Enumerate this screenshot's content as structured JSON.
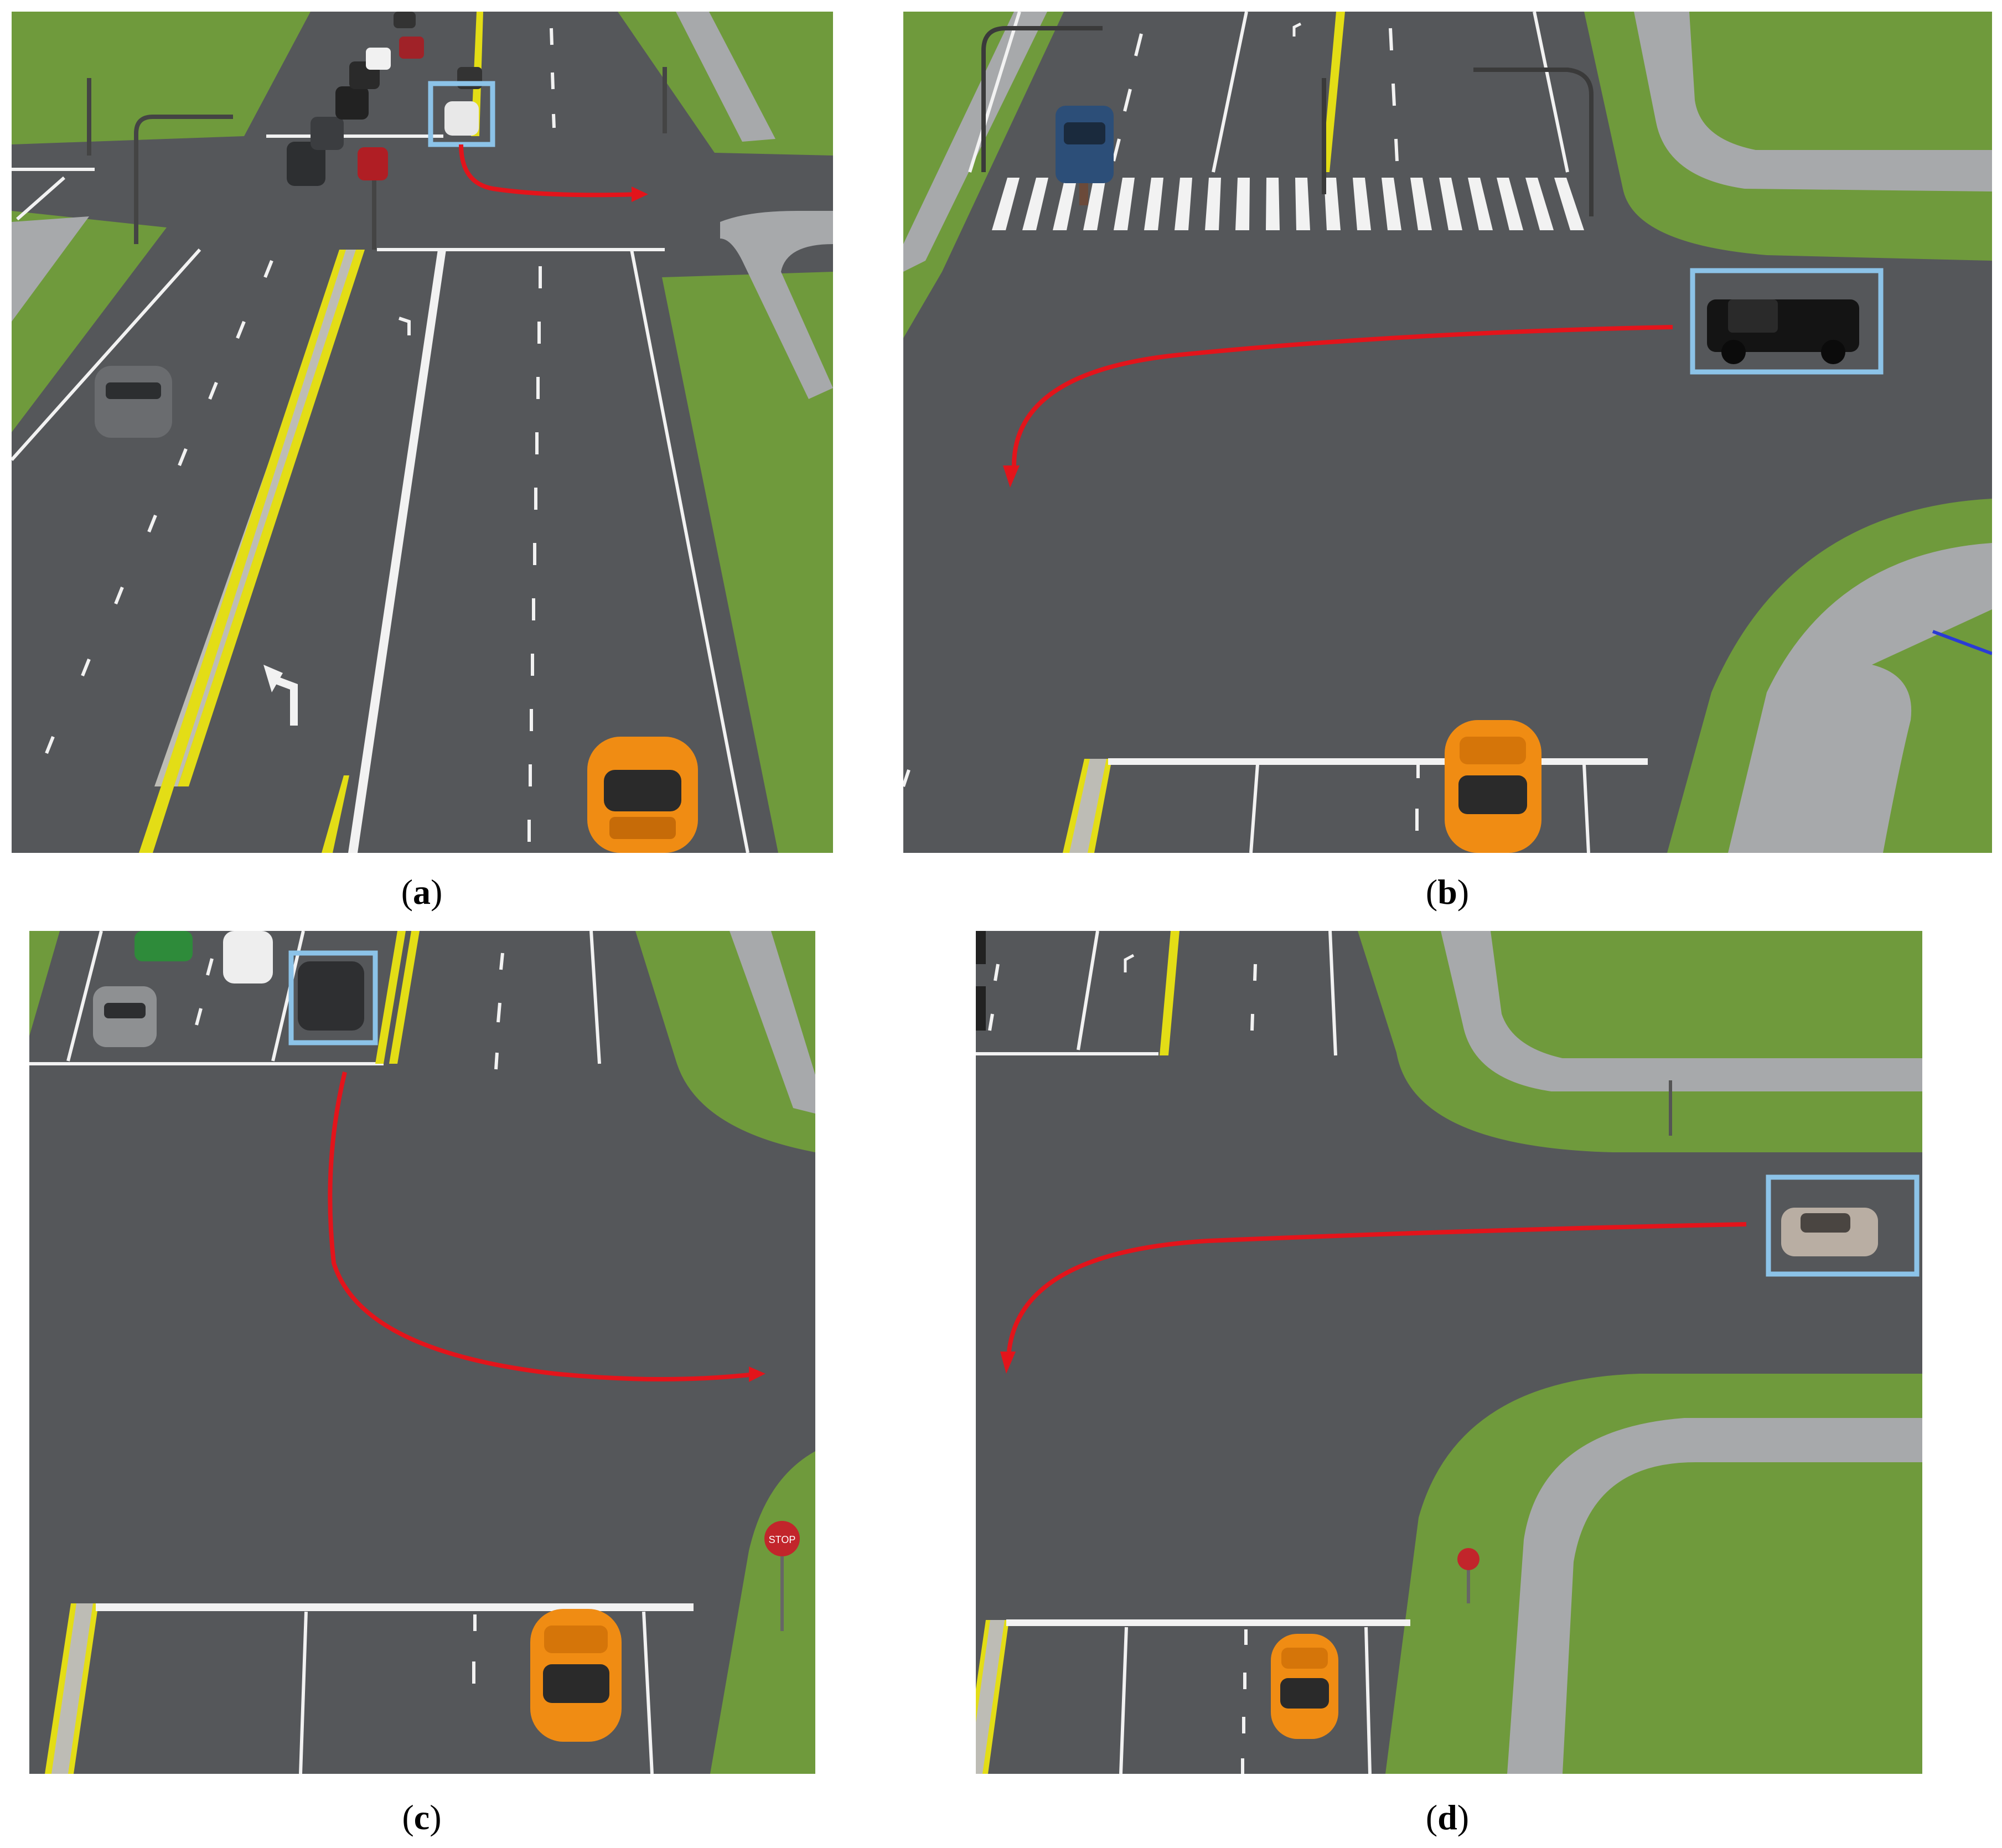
{
  "panels": [
    {
      "id": "a",
      "caption_open": "(",
      "caption_letter": "a",
      "caption_close": ")"
    },
    {
      "id": "b",
      "caption_open": "(",
      "caption_letter": "b",
      "caption_close": ")"
    },
    {
      "id": "c",
      "caption_open": "(",
      "caption_letter": "c",
      "caption_close": ")"
    },
    {
      "id": "d",
      "caption_open": "(",
      "caption_letter": "d",
      "caption_close": ")"
    }
  ],
  "stop_sign_text": "STOP",
  "colors": {
    "asphalt": "#55575a",
    "grass": "#6f9a3c",
    "sidewalk": "#a7a9ab",
    "lane_white": "#f2f2f2",
    "median_yellow": "#e3dd16",
    "trajectory_red": "#e3141b",
    "highlight_box": "#8cc3e8",
    "ego_car_orange": "#f08c13"
  }
}
